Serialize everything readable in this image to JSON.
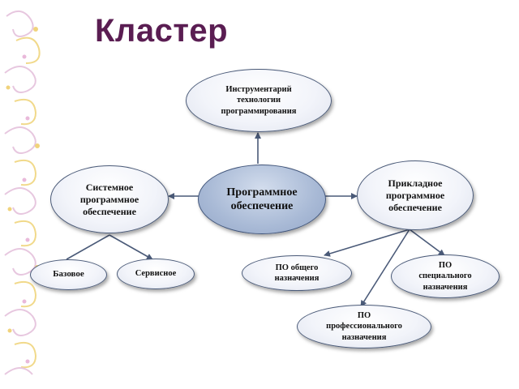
{
  "title": "Кластер",
  "nodes": {
    "center": "Программное\nобеспечение",
    "tools": "Инструментарий\nтехнологии\nпрограммирования",
    "system": "Системное\nпрограммное\nобеспечение",
    "applied": "Прикладное\nпрограммное\nобеспечение",
    "basic": "Базовое",
    "service": "Сервисное",
    "general": "ПО общего\nназначения",
    "special": "ПО\nспециального\nназначения",
    "professional": "ПО\nпрофессионального\nназначения"
  },
  "colors": {
    "title": "#5a1d52",
    "center_fill": "#a9bad6",
    "node_fill": "#f2f4fa",
    "edge": "#4a5a78"
  }
}
